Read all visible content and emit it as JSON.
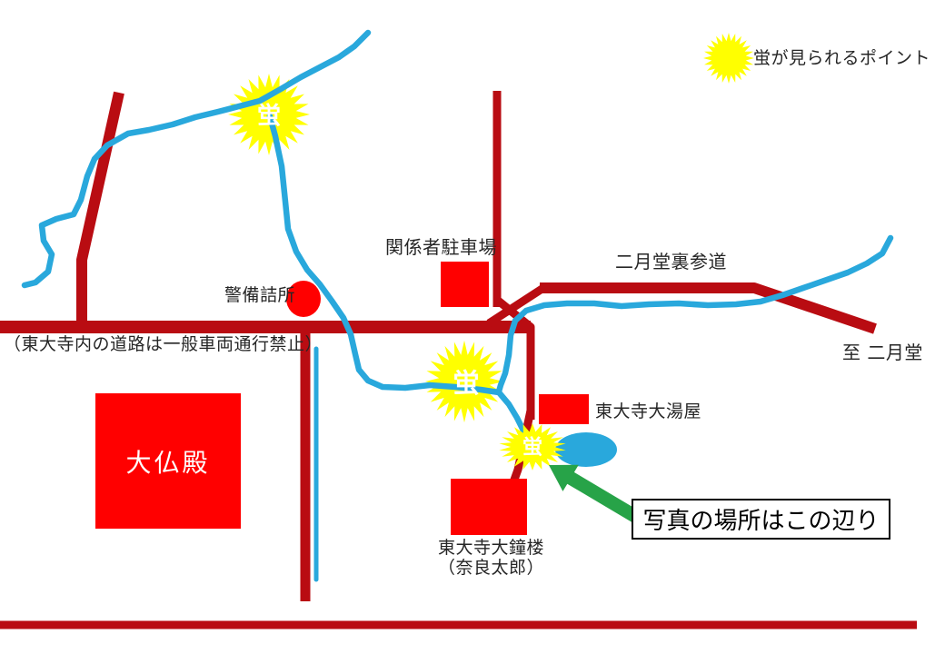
{
  "firefly_char": "蛍",
  "legend": {
    "text": "蛍が見られるポイント"
  },
  "labels": {
    "parking": "関係者駐車場",
    "urasando": "二月堂裏参道",
    "security": "警備詰所",
    "traffic_note": "（東大寺内の道路は一般車両通行禁止）",
    "to_nigatsudo": "至 二月堂",
    "daibutsuden": "大仏殿",
    "oyuya": "東大寺大湯屋",
    "bell_line1": "東大寺大鐘楼",
    "bell_line2": "（奈良太郎）",
    "photo_spot": "写真の場所はこの辺り"
  },
  "colors": {
    "road": "#B90C12",
    "building": "#FF0000",
    "stream": "#29A8DC",
    "firefly": "#FFFF00",
    "arrow": "#27A348",
    "ink": "#262626"
  }
}
